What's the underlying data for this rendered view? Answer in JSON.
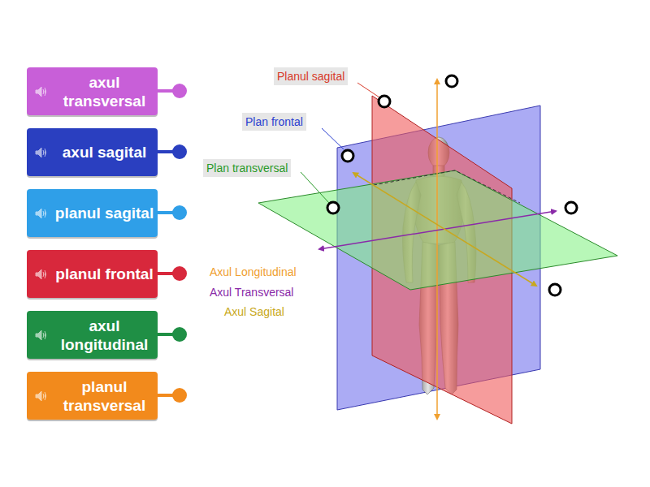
{
  "diagram": {
    "nodes": [
      {
        "text": [
          "axul transversal"
        ]
      },
      {
        "text": [
          "axul sagital"
        ]
      },
      {
        "text": [
          "planul sagital"
        ]
      },
      {
        "text": [
          "planul frontal"
        ]
      },
      {
        "text": [
          "axul longitudinal"
        ]
      },
      {
        "text": [
          "planul transversal"
        ]
      },
      {
        "text": [
          "Planul sagital"
        ]
      },
      {
        "text": [
          "Plan frontal"
        ]
      },
      {
        "text": [
          "Plan transversal"
        ]
      }
    ],
    "labels": [
      "Axul Longitudinal",
      "Axul Transversal",
      "Axul Sagital"
    ]
  }
}
